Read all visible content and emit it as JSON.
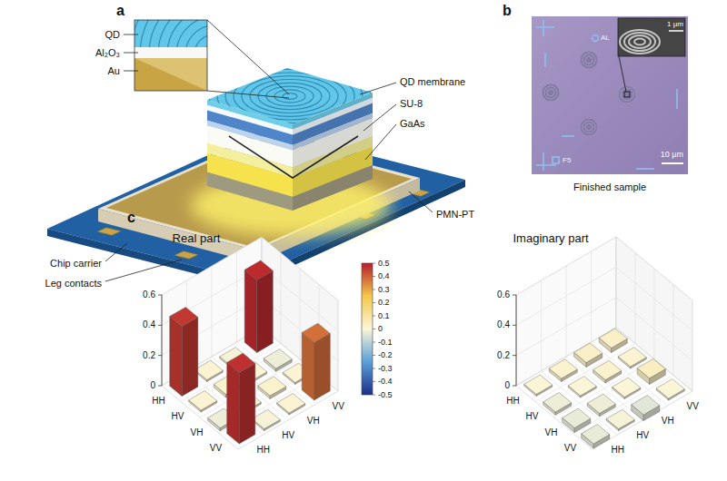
{
  "diagram": {
    "labels": [
      "a",
      "QD",
      "Al₂O₃",
      "Au",
      "QD membrane",
      "SU-8",
      "GaAs",
      "PMN-PT",
      "Chip carrier",
      "Leg contacts",
      "b",
      "1 µm",
      "AL",
      "F5",
      "10 µm",
      "Finished sample",
      "c",
      "Real part",
      "0.6",
      "0.4",
      "0.2",
      "0",
      "HH",
      "HV",
      "VH",
      "VV",
      "HH",
      "HV",
      "VH",
      "VV",
      "0.5",
      "0.4",
      "0.3",
      "0.2",
      "0.1",
      "0",
      "-0.1",
      "-0.2",
      "-0.3",
      "-0.4",
      "-0.5",
      "Imaginary part",
      "0.6",
      "0.4",
      "0.2",
      "0",
      "HH",
      "HV",
      "VH",
      "VV",
      "HH",
      "HV",
      "VH",
      "VV"
    ]
  }
}
